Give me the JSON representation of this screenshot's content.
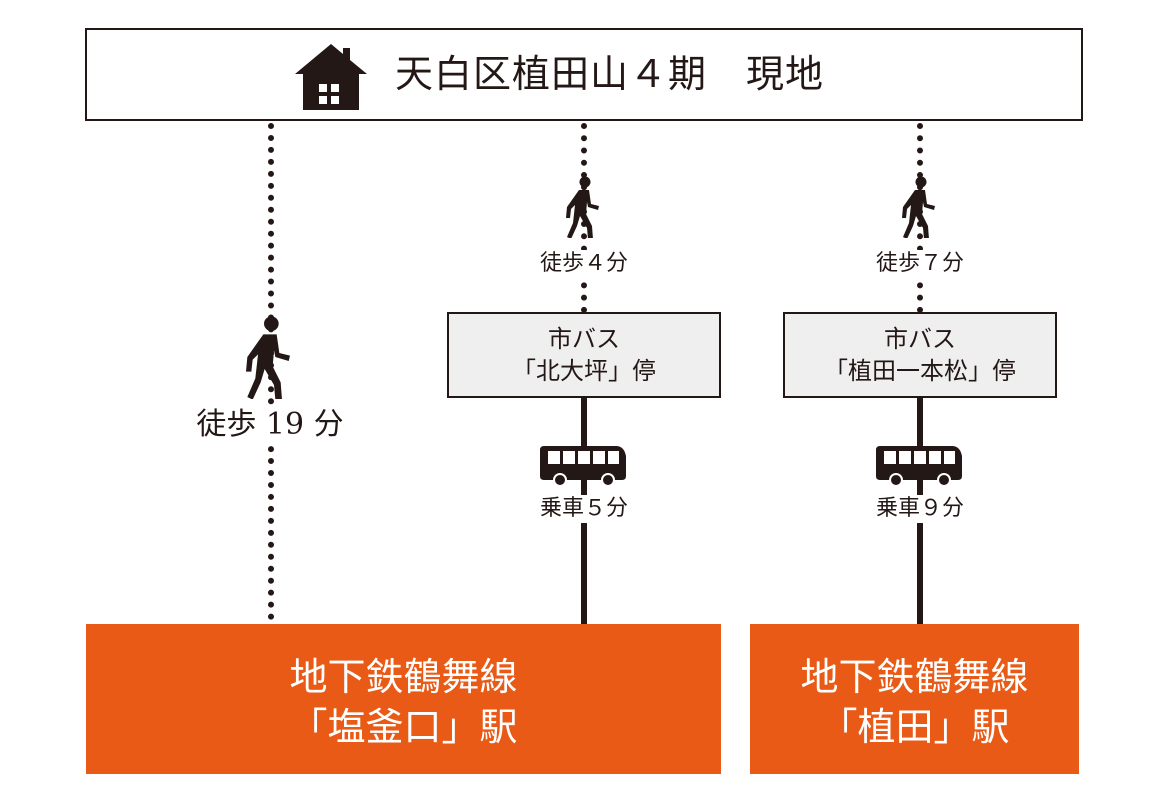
{
  "header": {
    "title": "天白区植田山４期　現地",
    "icon": "house-icon"
  },
  "routes": [
    {
      "walk_label": "徒歩 19 分"
    },
    {
      "walk_label": "徒歩４分",
      "bus_stop": [
        "市バス",
        "「北大坪」停"
      ],
      "ride_label": "乗車５分"
    },
    {
      "walk_label": "徒歩７分",
      "bus_stop": [
        "市バス",
        "「植田一本松」停"
      ],
      "ride_label": "乗車９分"
    }
  ],
  "stations": [
    {
      "line1": "地下鉄鶴舞線",
      "line2": "「塩釜口」駅"
    },
    {
      "line1": "地下鉄鶴舞線",
      "line2": "「植田」駅"
    }
  ],
  "colors": {
    "station": "#e85a16",
    "ink": "#231815",
    "stop_fill": "#efefef"
  }
}
